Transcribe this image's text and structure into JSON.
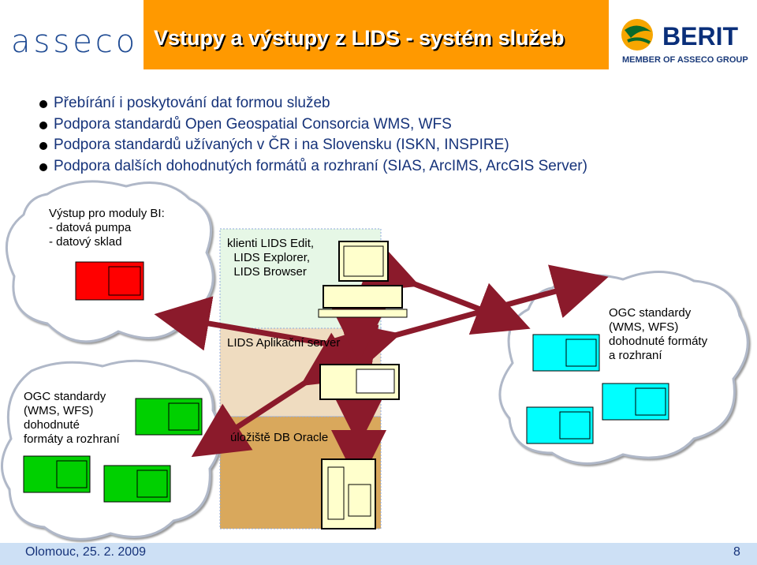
{
  "header": {
    "title": "Vstupy a  výstupy z LIDS - systém služeb",
    "left_logo": "asseco",
    "right_logo": "BERIT",
    "right_logo_tagline": "MEMBER OF ASSECO GROUP"
  },
  "bullets": [
    "Přebírání i poskytování dat formou služeb",
    "Podpora standardů Open Geospatial Consorcia  WMS, WFS",
    "Podpora standardů užívaných v ČR i na Slovensku (ISKN, INSPIRE)",
    "Podpora dalších dohodnutých formátů  a rozhraní (SIAS, ArcIMS, ArcGIS Server)"
  ],
  "diagram": {
    "cloud_bi_text": "Výstup pro moduly BI:\n- datová pumpa\n- datový sklad",
    "clients_text": "klienti LIDS Edit,\n  LIDS Explorer,\n  LIDS Browser",
    "app_server_label": "LIDS Aplikační server",
    "db_label": "úložiště DB Oracle",
    "cloud_ogc_right_text": "OGC standardy\n(WMS, WFS)\ndohodnuté formáty\na rozhraní",
    "cloud_ogc_left_text": "OGC standardy\n(WMS, WFS)\ndohodnuté\nformáty a rozhraní"
  },
  "footer": {
    "date": "Olomouc,  25. 2. 2009",
    "page": "8"
  },
  "colors": {
    "title_bar": "#ff9900",
    "cloud_fill": "#ffffff",
    "zone_clients": "#e6f7e6",
    "zone_server": "#efdcc0",
    "zone_db": "#d9a85c",
    "server_box": "#ffffcc",
    "arrow": "#8b1a2b",
    "red_window": "#ff0000",
    "green_window": "#00d000",
    "cyan_window": "#00ffff"
  }
}
